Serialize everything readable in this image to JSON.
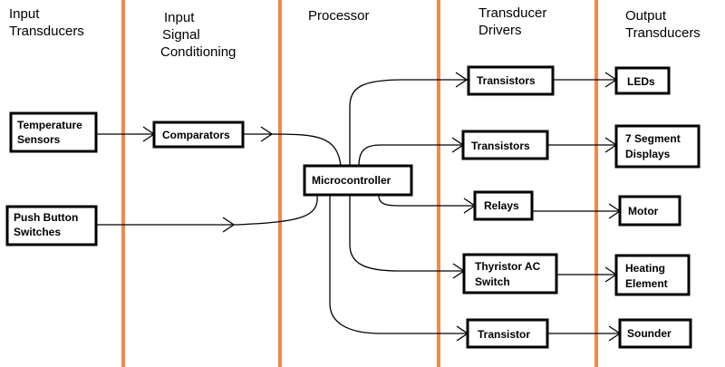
{
  "columns": [
    {
      "title": [
        "Input",
        "Transducers"
      ]
    },
    {
      "title": [
        "Input",
        "Signal",
        "Conditioning"
      ]
    },
    {
      "title": [
        "Processor"
      ]
    },
    {
      "title": [
        "Transducer",
        "Drivers"
      ]
    },
    {
      "title": [
        "Output",
        "Transducers"
      ]
    }
  ],
  "blocks": {
    "temperature_sensors": [
      "Temperature",
      "Sensors"
    ],
    "push_button_switches": [
      "Push Button",
      "Switches"
    ],
    "comparators": [
      "Comparators"
    ],
    "microcontroller": [
      "Microcontroller"
    ],
    "transistors_1": [
      "Transistors"
    ],
    "transistors_2": [
      "Transistors"
    ],
    "relays": [
      "Relays"
    ],
    "thyristor_ac_switch": [
      "Thyristor AC",
      "Switch"
    ],
    "transistor": [
      "Transistor"
    ],
    "leds": [
      "LEDs"
    ],
    "seven_segment_displays": [
      "7 Segment",
      "Displays"
    ],
    "motor": [
      "Motor"
    ],
    "heating_element": [
      "Heating",
      "Element"
    ],
    "sounder": [
      "Sounder"
    ]
  },
  "colors": {
    "divider": "#f4884a",
    "box_border": "#000000",
    "background": "#ffffff"
  }
}
